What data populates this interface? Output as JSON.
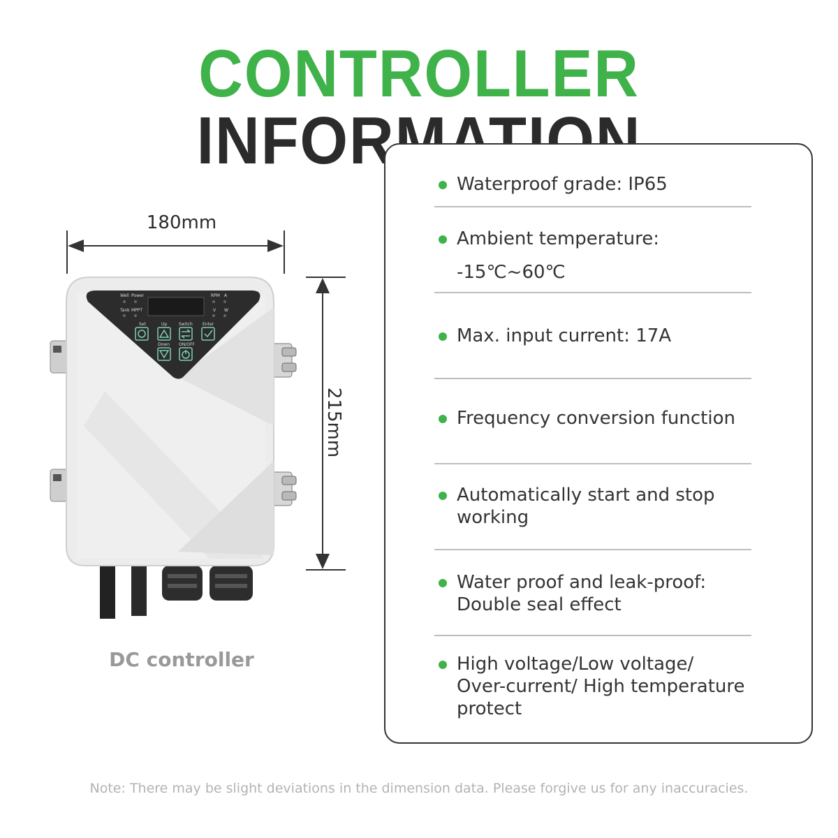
{
  "header": {
    "title_green": "CONTROLLER",
    "title_dark": "INFORMATION"
  },
  "colors": {
    "accent": "#3fb24a",
    "title_dark": "#2b2b2b"
  },
  "dimensions": {
    "width_label": "180mm",
    "height_label": "215mm"
  },
  "device": {
    "caption": "DC controller",
    "panel_labels": {
      "well": "Well",
      "power": "Power",
      "tank": "Tank",
      "mppt": "MPPT",
      "rpm": "RPM",
      "a": "A",
      "v": "V",
      "w": "W",
      "set": "Set",
      "up": "Up",
      "switch": "Switch",
      "enter": "Enter",
      "down": "Down",
      "onoff": "ON/OFF"
    }
  },
  "specs": [
    {
      "line1": "Waterproof grade: IP65"
    },
    {
      "line1": "Ambient temperature:",
      "line2": "-15℃~60℃"
    },
    {
      "line1": "Max. input current: 17A"
    },
    {
      "line1": "Frequency conversion function"
    },
    {
      "line1": "Automatically start and stop",
      "line2": "working"
    },
    {
      "line1": "Water proof and leak-proof:",
      "line2": "Double seal effect"
    },
    {
      "line1": "High voltage/Low voltage/",
      "line2": "Over-current/ High temperature",
      "line3": "protect"
    }
  ],
  "footer": {
    "note": "Note: There may be slight deviations in the dimension data. Please forgive us for any inaccuracies."
  }
}
